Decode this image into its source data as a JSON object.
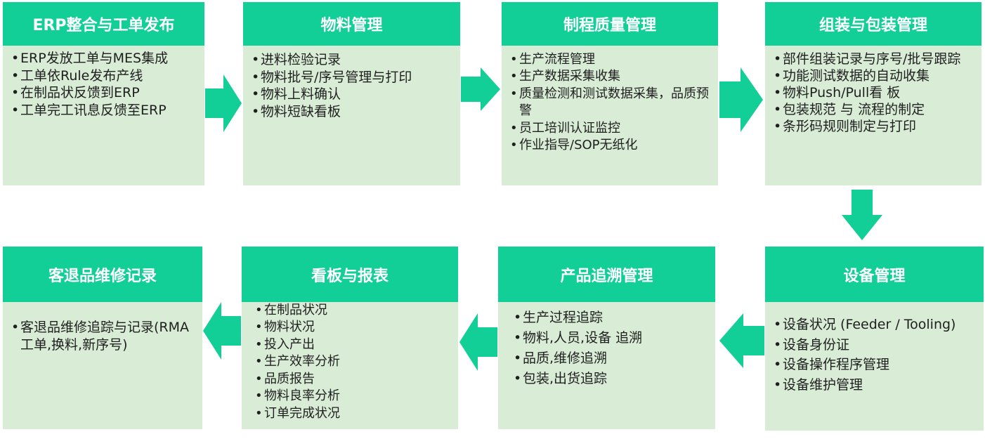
{
  "colors": {
    "header": "#11cf96",
    "card_body": "#d8ecd6",
    "arrow": "#11cf96",
    "text": "#1f1f1f"
  },
  "cards": [
    {
      "title": "ERP整合与工单发布",
      "items": [
        "ERP发放工单与MES集成",
        "工单依Rule发布产线",
        "在制品状反馈到ERP",
        "工单完工讯息反馈至ERP"
      ]
    },
    {
      "title": "物料管理",
      "items": [
        "进料检验记录",
        "物料批号/序号管理与打印",
        "物料上料确认",
        "物料短缺看板"
      ]
    },
    {
      "title": "制程质量管理",
      "items": [
        "生产流程管理",
        "生产数据采集收集",
        "质量检测和测试数据采集，品质预警",
        "员工培训认证监控",
        "作业指导/SOP无纸化"
      ]
    },
    {
      "title": "组装与包装管理",
      "items": [
        "部件组装记录与序号/批号跟踪",
        "功能测试数据的自动收集",
        "物料Push/Pull看 板",
        "包装规范 与 流程的制定",
        "条形码规则制定与打印"
      ]
    },
    {
      "title": "设备管理",
      "items": [
        "设备状况 (Feeder / Tooling)",
        "设备身份证",
        "设备操作程序管理",
        "设备维护管理"
      ]
    },
    {
      "title": "产品追溯管理",
      "items": [
        "生产过程追踪",
        "物料,人员,设备 追溯",
        "品质,维修追溯",
        "包装,出货追踪"
      ]
    },
    {
      "title": "看板与报表",
      "items": [
        "在制品状况",
        "物料状况",
        "投入产出",
        "生产效率分析",
        "品质报告",
        "物料良率分析",
        "订单完成状况"
      ]
    },
    {
      "title": "客退品维修记录",
      "items": [
        "客退品维修追踪与记录(RMA工单,换料,新序号)"
      ]
    }
  ],
  "arrows": [
    {
      "from": "ERP整合与工单发布",
      "to": "物料管理",
      "direction": "right"
    },
    {
      "from": "物料管理",
      "to": "制程质量管理",
      "direction": "right"
    },
    {
      "from": "制程质量管理",
      "to": "组装与包装管理",
      "direction": "right"
    },
    {
      "from": "组装与包装管理",
      "to": "设备管理",
      "direction": "down"
    },
    {
      "from": "设备管理",
      "to": "产品追溯管理",
      "direction": "left"
    },
    {
      "from": "产品追溯管理",
      "to": "看板与报表",
      "direction": "left"
    },
    {
      "from": "看板与报表",
      "to": "客退品维修记录",
      "direction": "left"
    }
  ]
}
